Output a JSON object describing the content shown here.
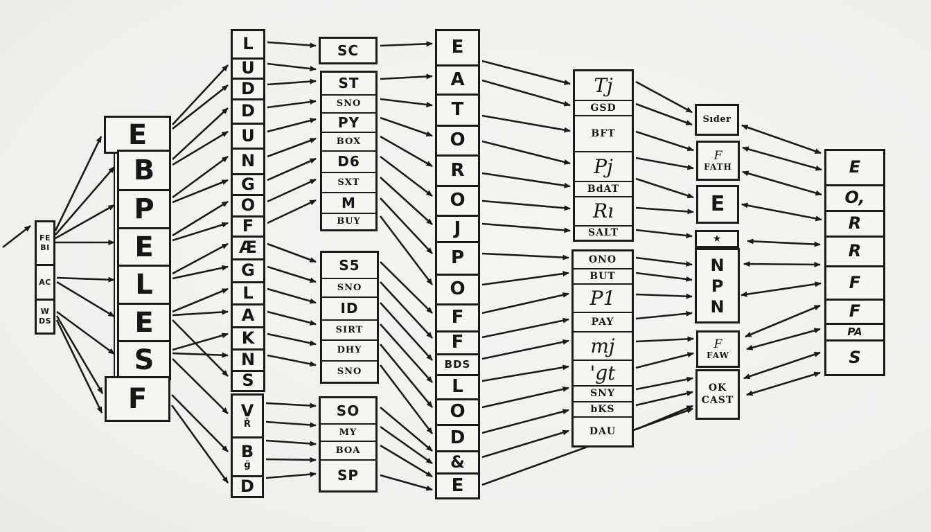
{
  "diagram": {
    "source_box": [
      [
        "FE",
        "BI"
      ],
      [
        "AC"
      ],
      [
        "W",
        "DS"
      ]
    ],
    "col1": {
      "top": "E",
      "stack": [
        "B",
        "P",
        "E",
        "L",
        "E",
        "S"
      ],
      "bottom": "F"
    },
    "col2": {
      "stack": [
        "L",
        "U",
        "D",
        "D",
        "U",
        "N",
        "G",
        "O",
        "F",
        "Æ",
        "G",
        "L",
        "A",
        "K",
        "N",
        "S"
      ],
      "bottom": [
        [
          "V",
          "Ř"
        ],
        [
          "B",
          "ğ"
        ],
        [
          "D"
        ]
      ]
    },
    "col3": {
      "single": "SC",
      "group1": [
        "ST",
        "SNO",
        "PY",
        "BOX",
        "D6",
        "SXT",
        "M",
        "BUY"
      ],
      "group2": [
        "S5",
        "SNO",
        "ID",
        "SIRT",
        "DHY",
        "SNO"
      ],
      "group3": [
        "SO",
        "MY",
        "BOA",
        "SP"
      ]
    },
    "col4": [
      "E",
      "A",
      "T",
      "O",
      "R",
      "O",
      "J",
      "P",
      "O",
      "F",
      "F",
      "BDS",
      "L",
      "O",
      "D",
      "&",
      "E"
    ],
    "col5": {
      "group1": [
        "Tj",
        "GSD",
        "BFT",
        "Pj",
        "BdAT",
        "Rı",
        "SALT"
      ],
      "group2": [
        "ONO",
        "BUT",
        "P1",
        "PAY",
        "mj",
        "'gt",
        "SNY",
        "bKS",
        "DAU"
      ]
    },
    "col6": [
      [
        "Sıder"
      ],
      [
        "F",
        "FATH"
      ],
      [
        "E"
      ],
      [
        "★"
      ],
      [
        "N",
        "P",
        "N"
      ],
      [
        "F",
        "FAW"
      ],
      [
        "OK",
        "CAST"
      ]
    ],
    "col7": [
      "E",
      "O,",
      "R",
      "R",
      "F",
      "F",
      "PA",
      "S"
    ]
  },
  "colors": {
    "background": "#f2f1ee",
    "box_fill": "#f6f5f2",
    "ink": "#1a1a1a"
  }
}
